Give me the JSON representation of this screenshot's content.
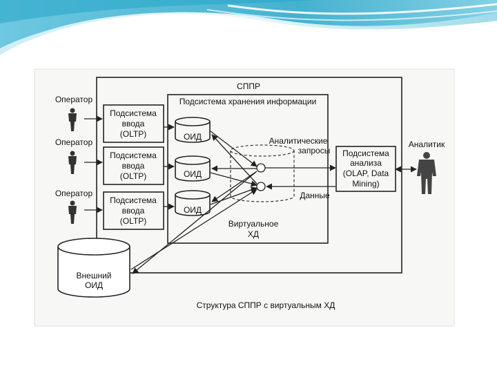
{
  "diagram": {
    "sppr": "СППР",
    "storage_subsystem": "Подсистема хранения информации",
    "operators": [
      "Оператор",
      "Оператор",
      "Оператор"
    ],
    "input_subsystem": {
      "line1": "Подсистема",
      "line2": "ввода",
      "line3": "(OLTP)"
    },
    "oid": "ОИД",
    "analytic_queries": {
      "line1": "Аналитические",
      "line2": "запросы"
    },
    "data_label": "Данные",
    "virtual_dw": {
      "line1": "Виртуальное",
      "line2": "ХД"
    },
    "analysis_subsystem": {
      "line1": "Подсистема",
      "line2": "анализа",
      "line3": "(OLAP, Data",
      "line4": "Mining)"
    },
    "analyst": "Аналитик",
    "external_oid": {
      "line1": "Внешний",
      "line2": "ОИД"
    },
    "caption": "Структура СППР с виртуальным ХД"
  },
  "colors": {
    "banner_light": "#cfeef6",
    "banner_mid": "#7fcfe3",
    "banner_dark": "#2aa6c9",
    "ink": "#222222",
    "figure": "#333333"
  }
}
